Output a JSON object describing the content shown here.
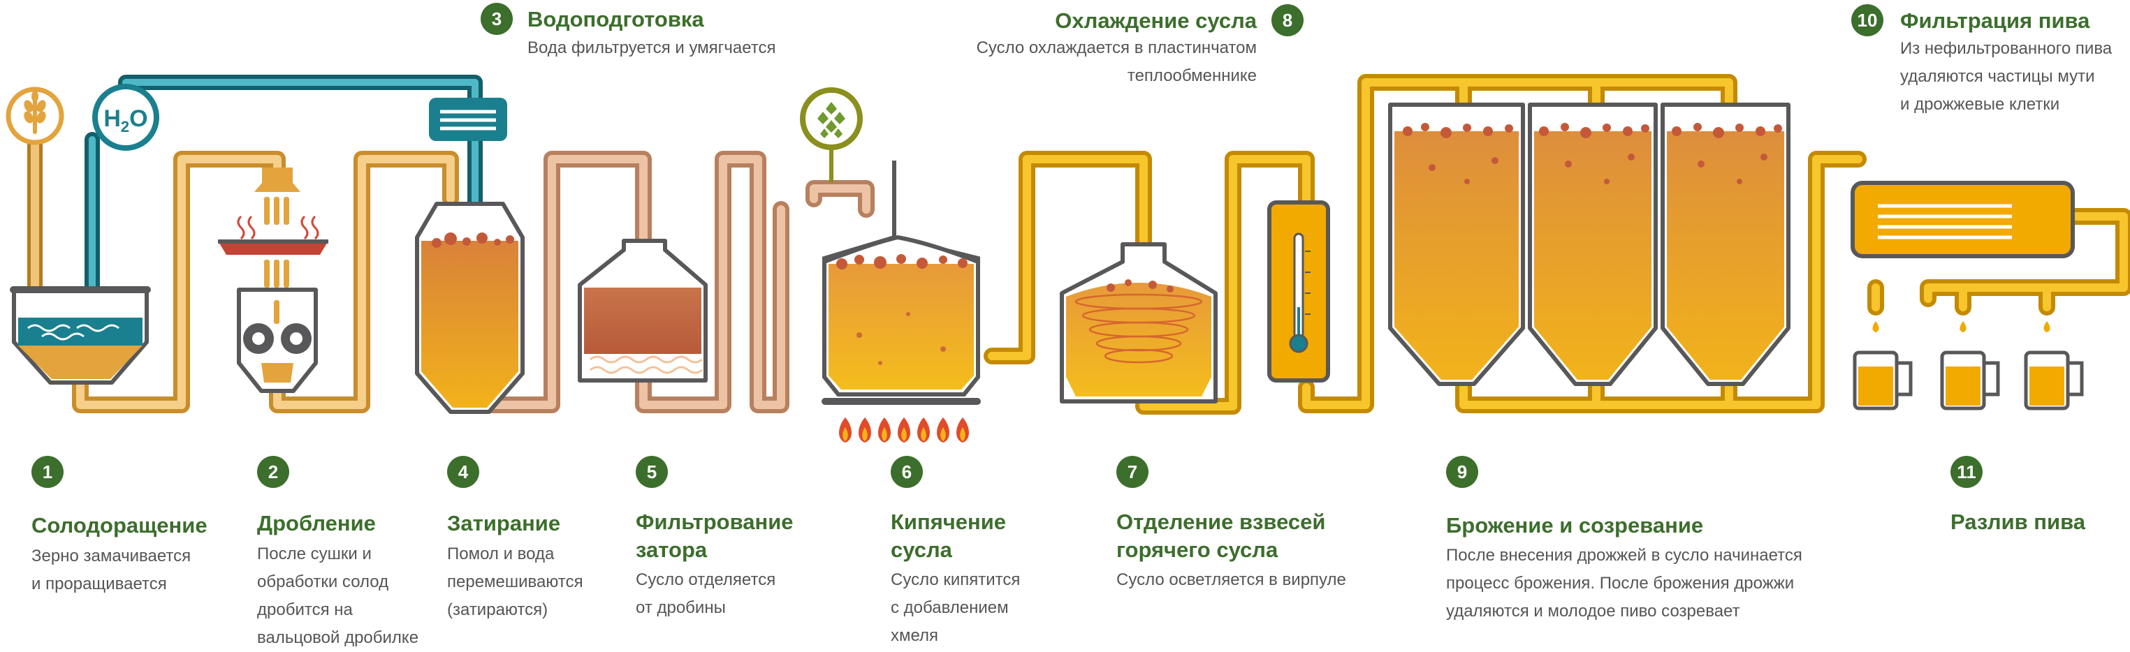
{
  "colors": {
    "green": "#3c6e2c",
    "malt_pipe": "#e3a33d",
    "water_pipe": "#1a7f8e",
    "mash_pipe": "#d79a74",
    "beer_pipe": "#f2a900",
    "hop_ring": "#8a8f1e"
  },
  "icons": [
    "wheat-icon",
    "water-h2o-icon",
    "hop-icon",
    "fire-icon",
    "thermometer-icon",
    "beer-mug-icon"
  ],
  "h2o_label": "H2O",
  "steps": [
    {
      "num": "1",
      "title": "Солодоращение",
      "desc": "Зерно замачивается\nи проращивается"
    },
    {
      "num": "2",
      "title": "Дробление",
      "desc": "После сушки и\nобработки солод\nдробится на\nвальцовой дробилке"
    },
    {
      "num": "3",
      "title": "Водоподготовка",
      "desc": "Вода фильтруется и умягчается"
    },
    {
      "num": "4",
      "title": "Затирание",
      "desc": "Помол и вода\nперемешиваются\n(затираются)"
    },
    {
      "num": "5",
      "title": "Фильтрование\nзатора",
      "desc": "Сусло отделяется\nот дробины"
    },
    {
      "num": "6",
      "title": "Кипячение\nсусла",
      "desc": "Сусло кипятится\nс добавлением\nхмеля"
    },
    {
      "num": "7",
      "title": "Отделение взвесей\nгорячего сусла",
      "desc": "Сусло осветляется в вирпуле"
    },
    {
      "num": "8",
      "title": "Охлаждение сусла",
      "desc": "Сусло охлаждается в пластинчатом\nтеплообменнике"
    },
    {
      "num": "9",
      "title": "Брожение и созревание",
      "desc": "После внесения дрожжей в сусло начинается\nпроцесс брожения. После брожения дрожжи\nудаляются и молодое пиво созревает"
    },
    {
      "num": "10",
      "title": "Фильтрация пива",
      "desc": "Из нефильтрованного пива\nудаляются частицы мути\nи дрожжевые клетки"
    },
    {
      "num": "11",
      "title": "Разлив пива",
      "desc": ""
    }
  ]
}
